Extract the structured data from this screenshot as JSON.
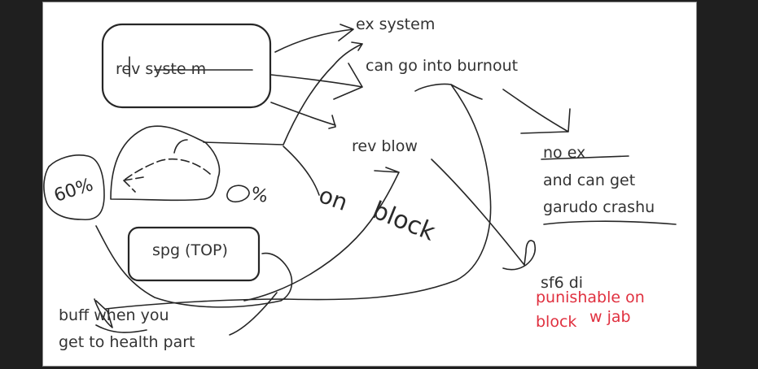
{
  "colors": {
    "background": "#1f1f1f",
    "canvas": "#ffffff",
    "ink": "#262626",
    "text": "#333333",
    "red_note": "#e0303f"
  },
  "boxes": {
    "rev_system": "rev syste m",
    "spg": "spg (TOP)"
  },
  "notes": {
    "ex_system": "ex system",
    "burnout": "can go into burnout",
    "rev_blow": "rev blow",
    "no_ex": "no ex",
    "and_can_get": "and can get",
    "garudo_crashu": "garudo crashu",
    "sf6_di": "sf6 di",
    "punishable_line1": "punishable on",
    "punishable_line2": "block",
    "w_jab": "w jab",
    "buff_line1": "buff when you",
    "buff_line2": "get to health part"
  },
  "handwriting": {
    "sixty_percent": "60%",
    "zero_percent": "0%",
    "on": "on",
    "block": "block"
  }
}
